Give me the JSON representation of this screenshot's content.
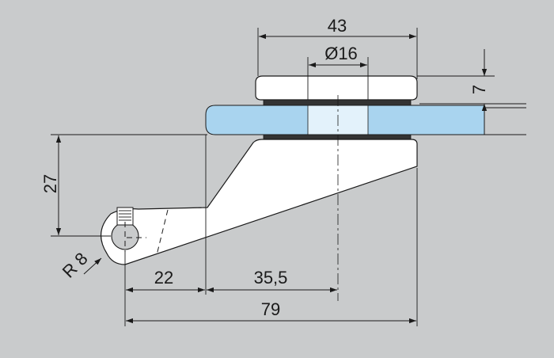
{
  "dimensions": {
    "width_total": "43",
    "diameter": "Ø16",
    "height_top": "7",
    "height_arm": "27",
    "radius": "R 8",
    "offset_left": "22",
    "offset_center": "35,5",
    "length_total": "79"
  },
  "colors": {
    "background": "#c9cbcc",
    "glass": "#a9d4ef",
    "glass_highlight": "#e3f2fb",
    "metal": "#ffffff",
    "line": "#1a1a1a"
  }
}
